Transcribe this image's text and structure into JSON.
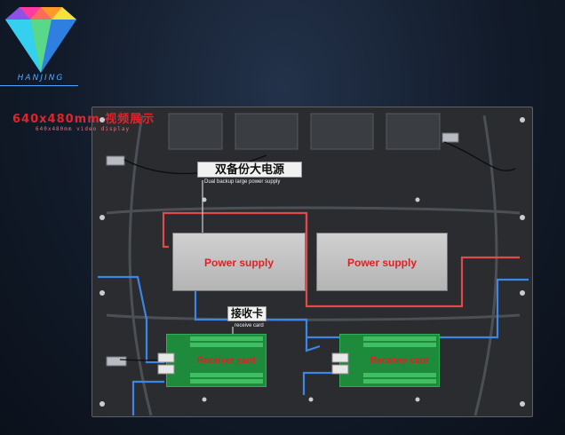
{
  "logo": {
    "text": "HANJING"
  },
  "header": {
    "title": "640x480mm 视频展示",
    "subtitle": "640x480mm video display"
  },
  "labels": {
    "power_cn": "双备份大电源",
    "power_en": "Dual backup large power supply",
    "receive_cn": "接收卡",
    "receive_en": "receive card"
  },
  "components": {
    "power_supply_left": "Power supply",
    "power_supply_right": "Power supply",
    "receiver_left": "Receiver card",
    "receiver_right": "Receiver card"
  },
  "colors": {
    "accent_red": "#e1232b",
    "cable_blue": "#3c86e8",
    "cable_red": "#e24a4a",
    "board_green": "#1e8a3c"
  }
}
